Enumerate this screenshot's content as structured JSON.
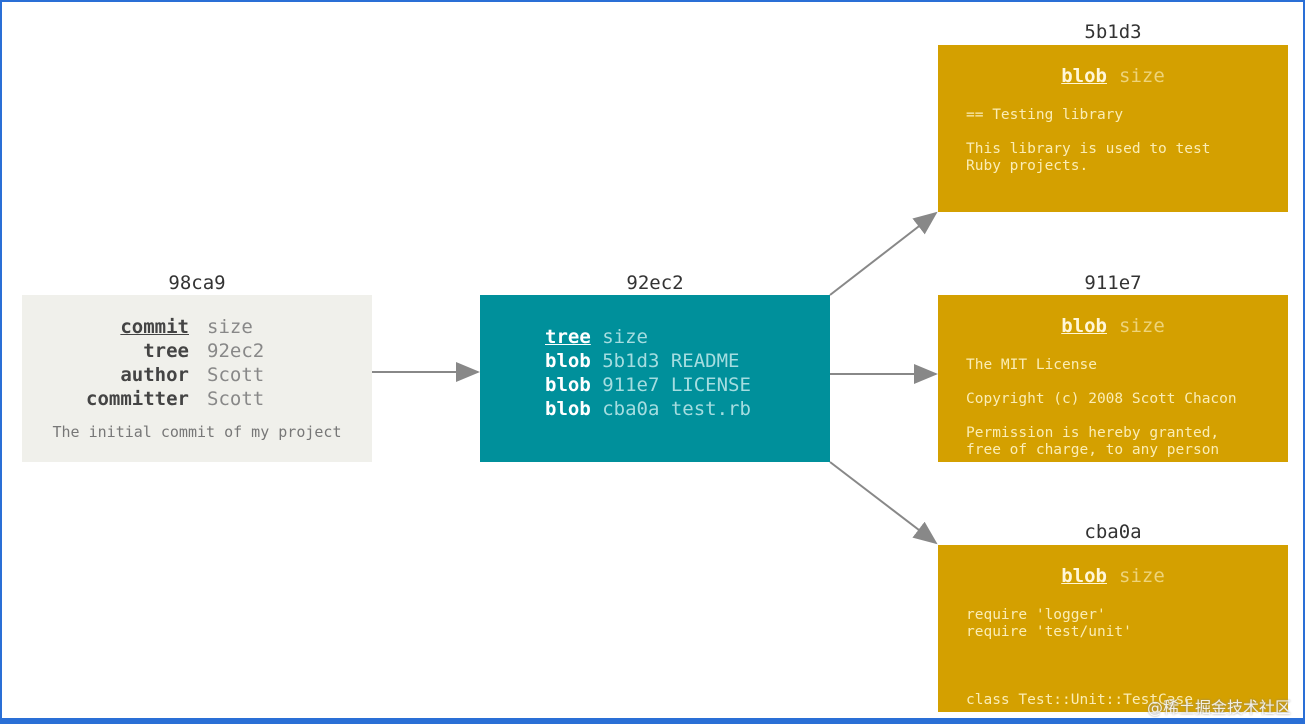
{
  "commit": {
    "id": "98ca9",
    "rows": [
      {
        "key": "commit",
        "value": "size"
      },
      {
        "key": "tree",
        "value": "92ec2"
      },
      {
        "key": "author",
        "value": "Scott"
      },
      {
        "key": "committer",
        "value": "Scott"
      }
    ],
    "message": "The initial commit of my project"
  },
  "tree": {
    "id": "92ec2",
    "rows": [
      {
        "key": "tree",
        "value": "size"
      },
      {
        "key": "blob",
        "value": "5b1d3 README"
      },
      {
        "key": "blob",
        "value": "911e7 LICENSE"
      },
      {
        "key": "blob",
        "value": "cba0a test.rb"
      }
    ]
  },
  "blobs": [
    {
      "id": "5b1d3",
      "type": "blob",
      "size": "size",
      "lines": [
        "== Testing library",
        "This library is used to test\nRuby projects."
      ]
    },
    {
      "id": "911e7",
      "type": "blob",
      "size": "size",
      "lines": [
        "The MIT License",
        "Copyright (c) 2008 Scott Chacon",
        "Permission is hereby granted,\nfree of charge, to any person"
      ]
    },
    {
      "id": "cba0a",
      "type": "blob",
      "size": "size",
      "lines": [
        "require 'logger'\nrequire 'test/unit'",
        "\n",
        "class Test::Unit::TestCase"
      ]
    }
  ],
  "watermark": "@稀土掘金技术社区",
  "colors": {
    "commit_bg": "#f0f0eb",
    "tree_bg": "#00909b",
    "blob_bg": "#d4a000",
    "arrow": "#888888",
    "frame": "#2a6fd6"
  }
}
